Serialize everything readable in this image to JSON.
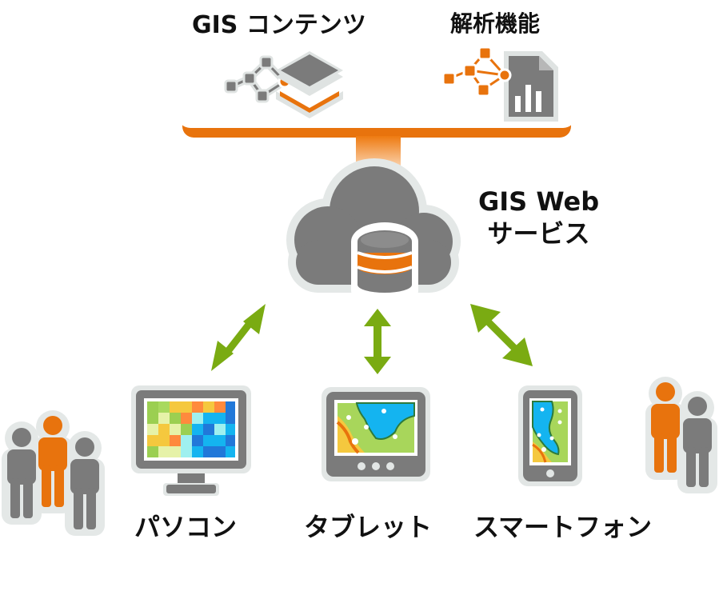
{
  "labels": {
    "gis_contents": "GIS コンテンツ",
    "analysis": "解析機能",
    "web_service_line1": "GIS Web",
    "web_service_line2": "サービス",
    "pc": "パソコン",
    "tablet": "タブレット",
    "smartphone": "スマートフォン"
  },
  "colors": {
    "orange": "#e8730d",
    "gray": "#7b7b7b",
    "light_gray": "#e5e8e7",
    "green_arrow": "#7aab12"
  }
}
